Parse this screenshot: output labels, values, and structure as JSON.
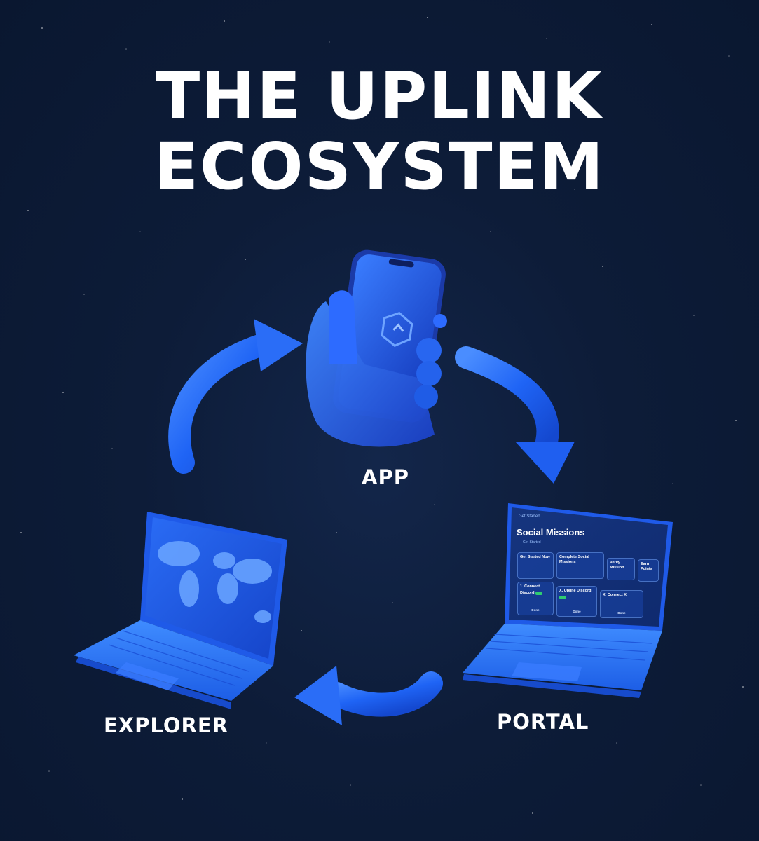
{
  "title": {
    "line1": "THE UPLINK",
    "line2": "ECOSYSTEM"
  },
  "nodes": {
    "app": {
      "label": "APP",
      "icon": "smartphone-in-hand-icon"
    },
    "portal": {
      "label": "PORTAL",
      "icon": "laptop-social-missions-icon"
    },
    "explorer": {
      "label": "EXPLORER",
      "icon": "laptop-world-map-icon"
    }
  },
  "portal_screen": {
    "top_label": "Get Started",
    "title": "Social Missions",
    "subtitle": "Get Started",
    "cards": {
      "get_started_now": "Get Started Now",
      "complete_social_missions": "Complete Social Missions",
      "verify_mission": "Verify Mission",
      "earn_points": "Earn Points",
      "connect_discord": "1. Connect Discord",
      "upline_discord": "X. Upline Discord",
      "connect_x": "X. Connect X",
      "done": "Done"
    }
  },
  "colors": {
    "background": "#0d1c38",
    "accent": "#1e6bff",
    "text": "#ffffff"
  }
}
